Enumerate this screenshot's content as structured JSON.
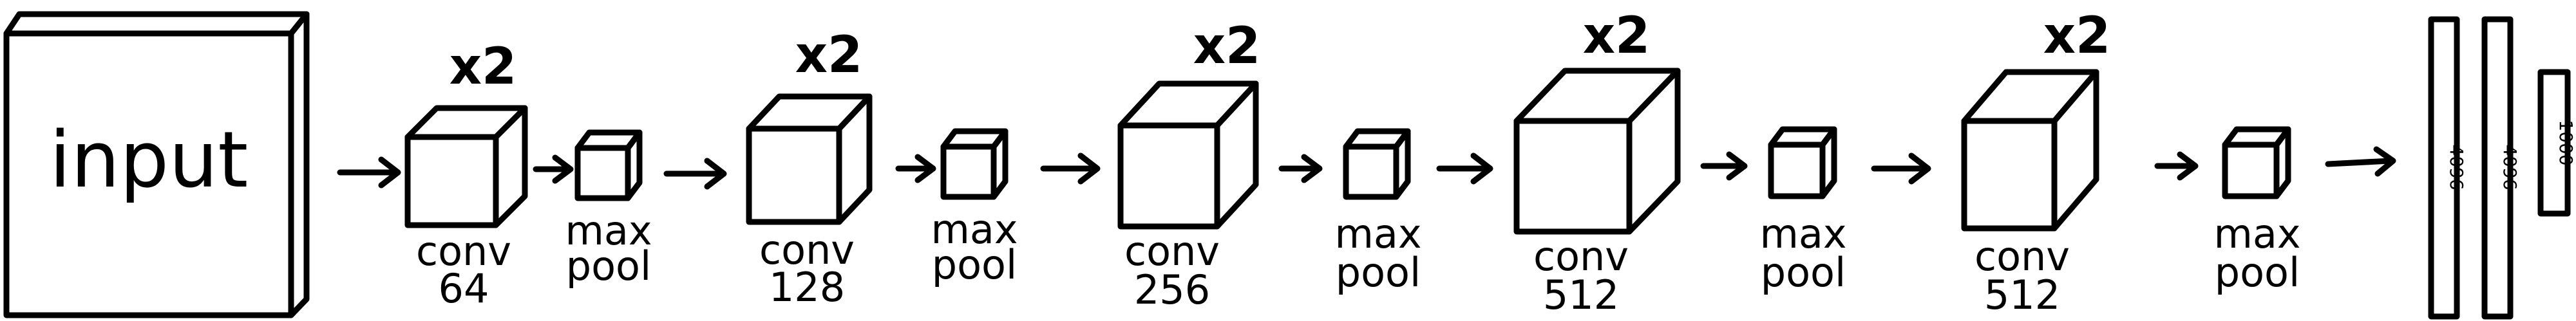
{
  "input": {
    "label": "input"
  },
  "blocks": [
    {
      "repeat": "x2",
      "conv_label": "conv",
      "filters": "64",
      "pool_label_1": "max",
      "pool_label_2": "pool"
    },
    {
      "repeat": "x2",
      "conv_label": "conv",
      "filters": "128",
      "pool_label_1": "max",
      "pool_label_2": "pool"
    },
    {
      "repeat": "x2",
      "conv_label": "conv",
      "filters": "256",
      "pool_label_1": "max",
      "pool_label_2": "pool"
    },
    {
      "repeat": "x2",
      "conv_label": "conv",
      "filters": "512",
      "pool_label_1": "max",
      "pool_label_2": "pool"
    },
    {
      "repeat": "x2",
      "conv_label": "conv",
      "filters": "512",
      "pool_label_1": "max",
      "pool_label_2": "pool"
    }
  ],
  "fc": [
    "4096",
    "4096",
    "1000"
  ]
}
